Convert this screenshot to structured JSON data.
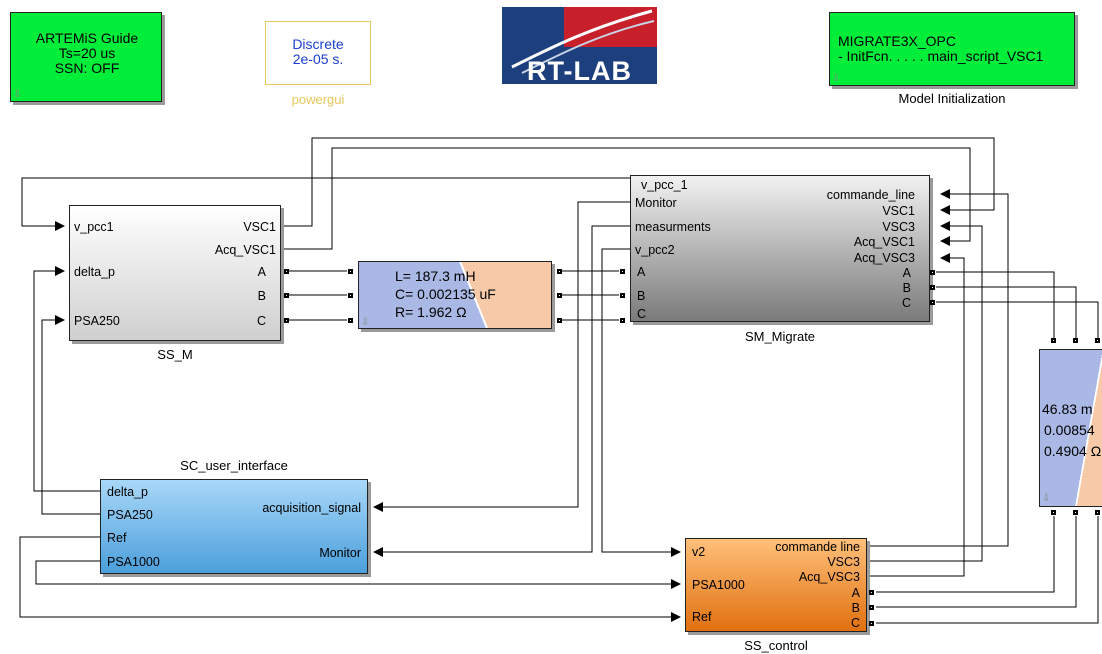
{
  "artemis": {
    "line1": "ARTEMiS Guide",
    "line2": "Ts=20 us",
    "line3": "SSN: OFF"
  },
  "powergui": {
    "line1": "Discrete",
    "line2": "2e-05 s.",
    "caption": "powergui"
  },
  "rtlab": {
    "text": "RT-LAB"
  },
  "migrate_init": {
    "line1": "MIGRATE3X_OPC",
    "line2": "- InitFcn. . . . . main_script_VSC1",
    "caption": "Model Initialization"
  },
  "ss_m": {
    "caption": "SS_M",
    "in": [
      "v_pcc1",
      "delta_p",
      "PSA250"
    ],
    "out": [
      "VSC1",
      "Acq_VSC1",
      "A",
      "B",
      "C"
    ]
  },
  "rlc1": {
    "l": "L=  187.3  mH",
    "c": "C=  0.002135  uF",
    "r": "R=  1.962 Ω"
  },
  "sm_migrate": {
    "caption": "SM_Migrate",
    "in": [
      "v_pcc_1",
      "Monitor",
      "measurments",
      "v_pcc2",
      "A",
      "B",
      "C"
    ],
    "out": [
      "commande_line",
      "VSC1",
      "VSC3",
      "Acq_VSC1",
      "Acq_VSC3",
      "A",
      "B",
      "C"
    ]
  },
  "sc_user": {
    "caption": "SC_user_interface",
    "in": [
      "delta_p",
      "PSA250",
      "Ref",
      "PSA1000"
    ],
    "out": [
      "acquisition_signal",
      "Monitor"
    ]
  },
  "ss_control": {
    "caption": "SS_control",
    "in": [
      "v2",
      "PSA1000",
      "Ref"
    ],
    "out": [
      "commande line",
      "VSC3",
      "Acq_VSC3",
      "A",
      "B",
      "C"
    ]
  },
  "rlc2": {
    "l": "46.83  m",
    "c": "0.00854",
    "r": "0.4904 Ω"
  },
  "colors": {
    "green": "#00ee3a",
    "gray": "#cccccc",
    "blue": "#5aa9e0",
    "orange": "#f08a2a",
    "rlc_blue": "#a9b8e4",
    "rlc_peach": "#f6c9a8"
  }
}
